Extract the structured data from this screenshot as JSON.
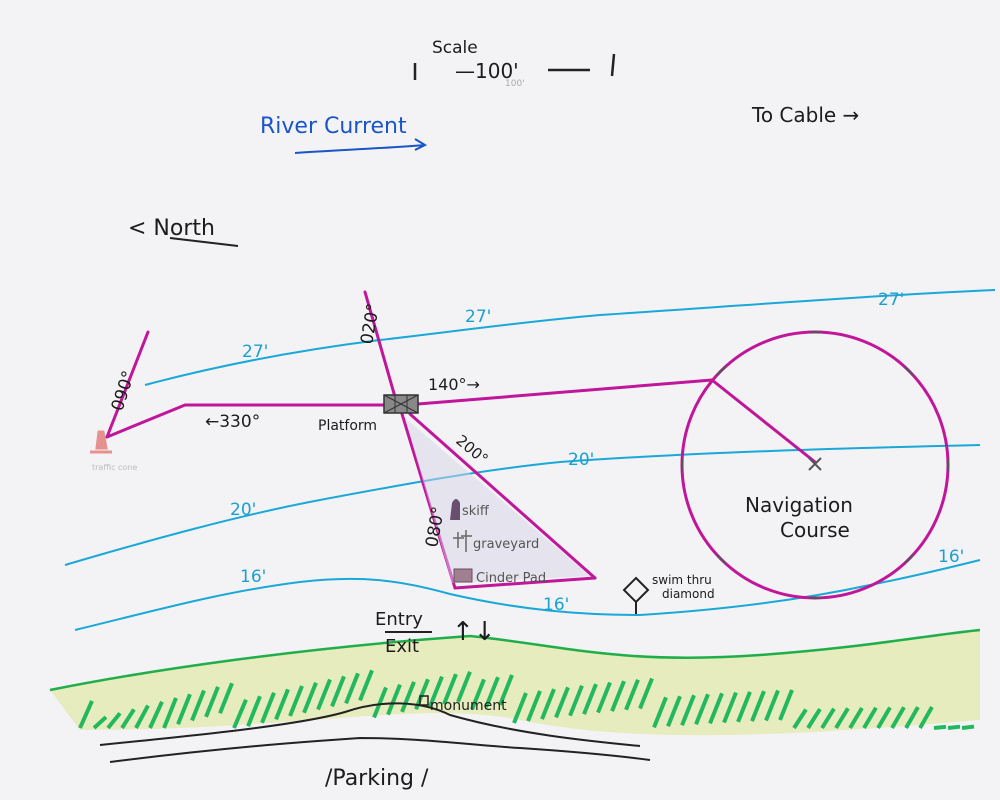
{
  "scale": {
    "label": "Scale",
    "value": "—100'",
    "faint_value": "100'"
  },
  "river_current": "River Current",
  "to_cable": "To Cable →",
  "north": "< North",
  "depths": {
    "d27": "27'",
    "d20": "20'",
    "d16": "16'"
  },
  "headings": {
    "h090": "090°",
    "h330": "←330°",
    "h140": "140°→",
    "h020": "020°",
    "h200": "200°",
    "h080": "080°"
  },
  "landmarks": {
    "platform": "Platform",
    "traffic_cone": "traffic cone",
    "skiff": "skiff",
    "graveyard": "graveyard",
    "cinder_pad": "Cinder Pad",
    "navigation_course_1": "Navigation",
    "navigation_course_2": "Course",
    "swim_thru_1": "swim thru",
    "swim_thru_2": "diamond",
    "entry": "Entry",
    "exit": "Exit",
    "entry_exit_arrows": "↑↓",
    "monument": "monument",
    "parking": "/Parking /"
  },
  "colors": {
    "route": "#c0169a",
    "depth": "#1aa8d8",
    "shore": "#1fae4a",
    "grass": "#2ec46a",
    "text_blue": "#1a55c8"
  }
}
